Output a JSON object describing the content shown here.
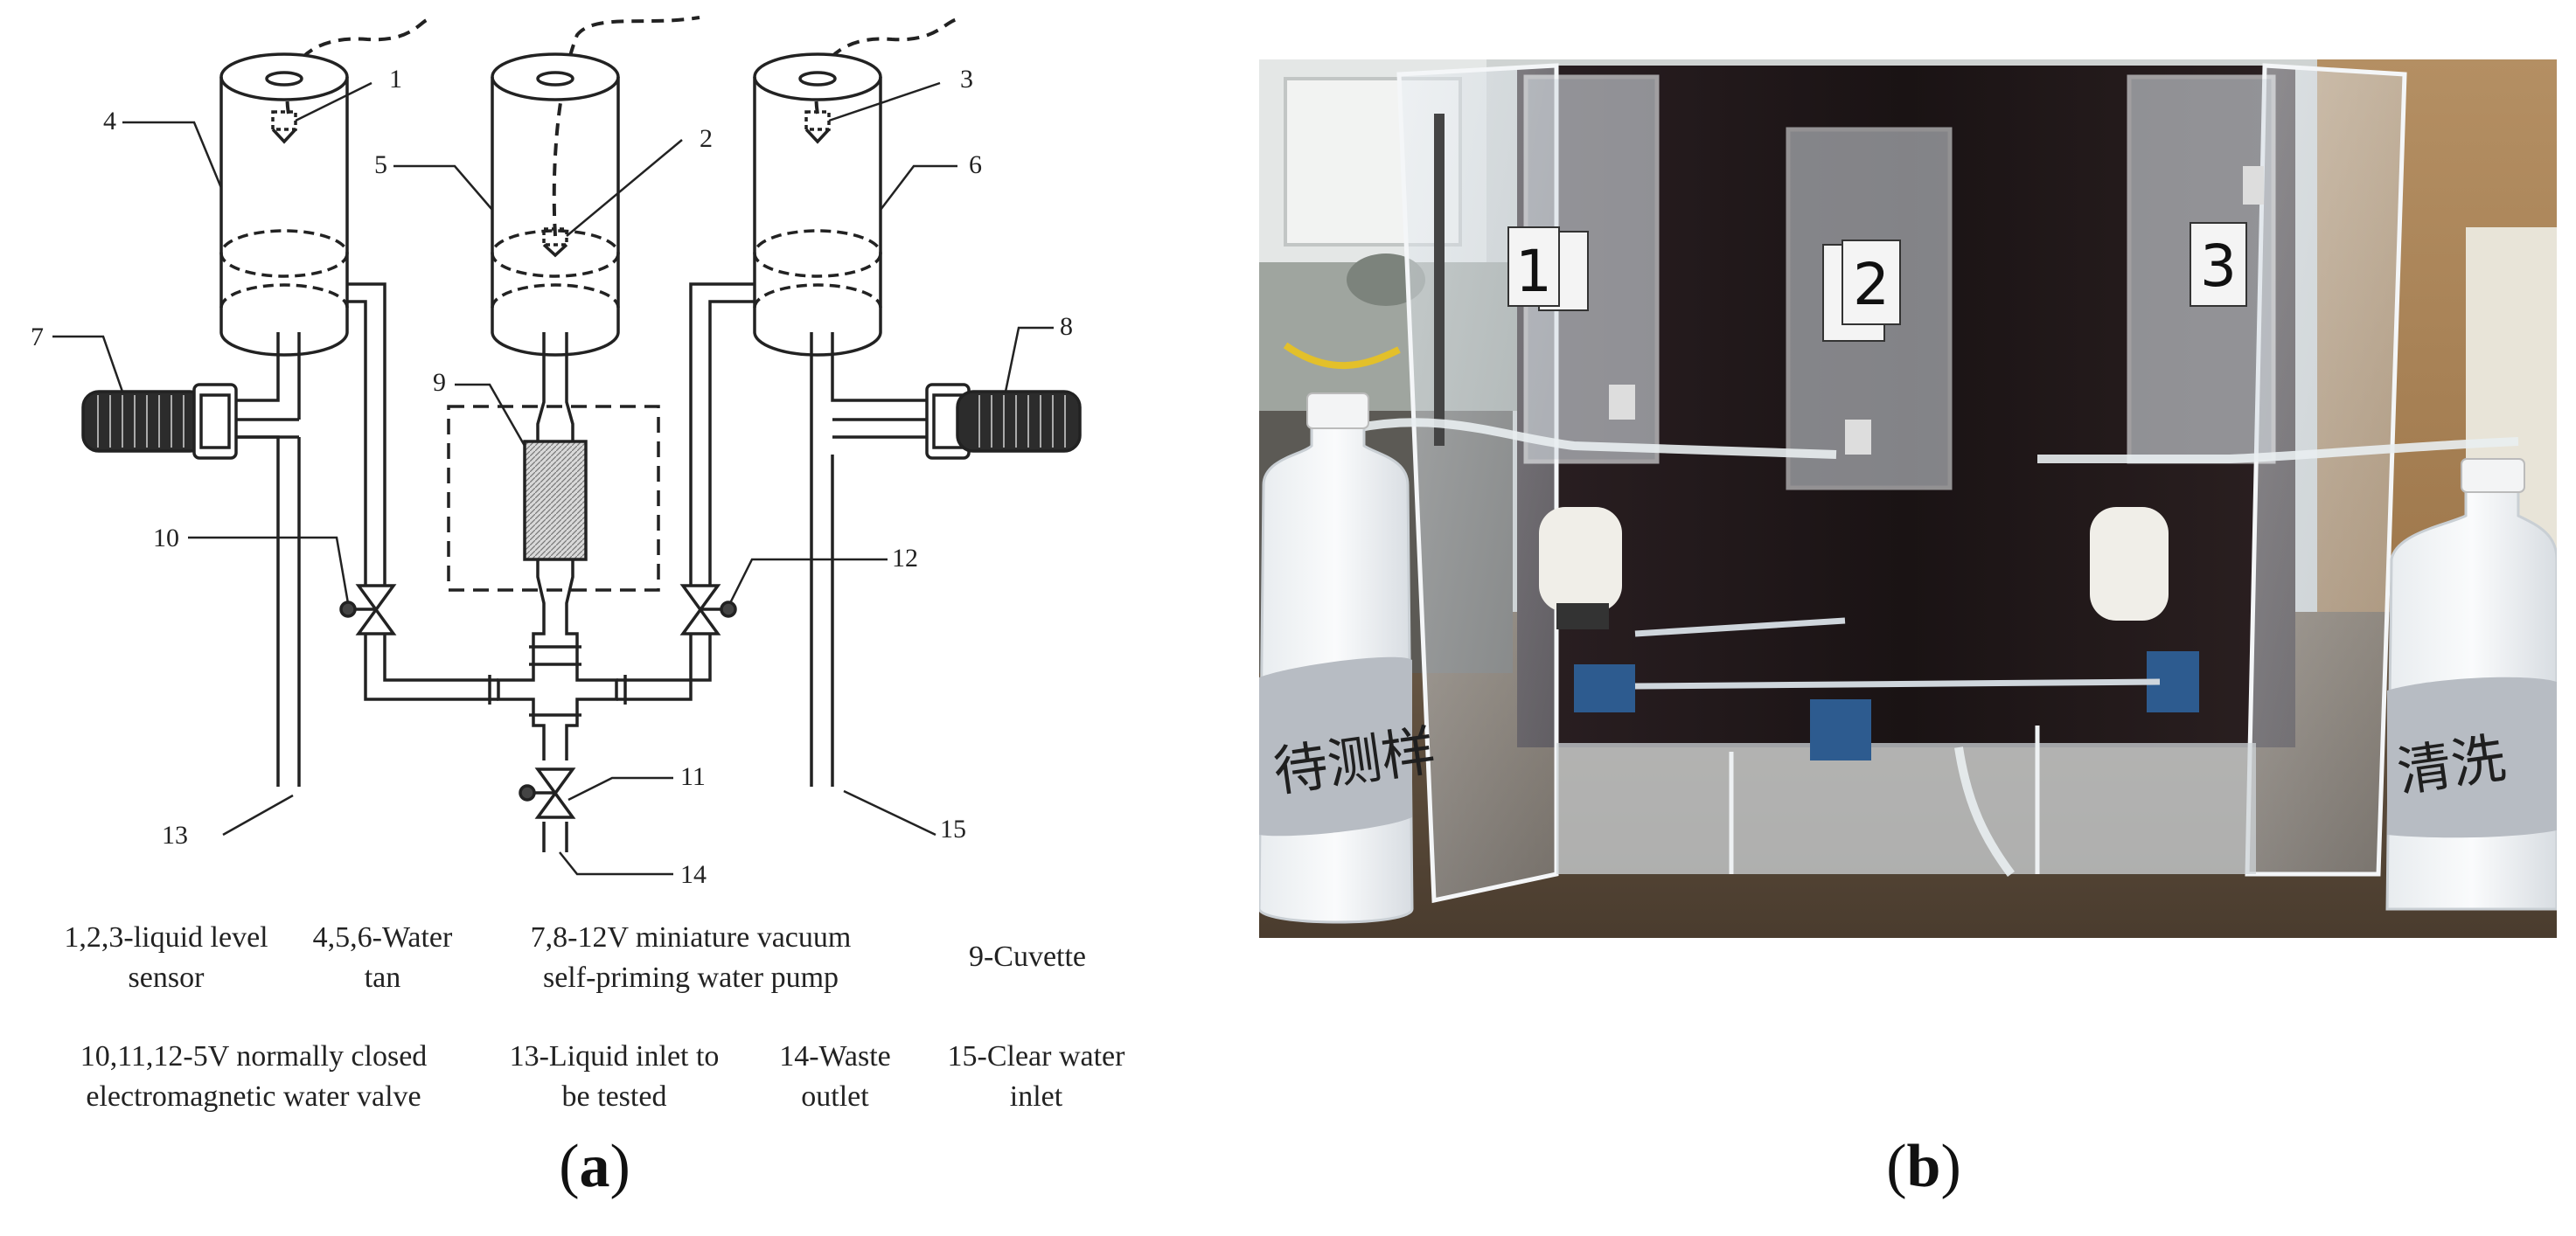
{
  "panel_a": {
    "label": "a",
    "numbers": [
      "1",
      "2",
      "3",
      "4",
      "5",
      "6",
      "7",
      "8",
      "9",
      "10",
      "11",
      "12",
      "13",
      "14",
      "15"
    ]
  },
  "legend": {
    "row1": [
      "1,2,3-liquid level\nsensor",
      "4,5,6-Water\ntan",
      "7,8-12V miniature vacuum\nself-priming water pump",
      "9-Cuvette"
    ],
    "row2": [
      "10,11,12-5V normally closed\nelectromagnetic water valve",
      "13-Liquid inlet to\nbe tested",
      "14-Waste\noutlet",
      "15-Clear water\ninlet"
    ]
  },
  "panel_b": {
    "label": "b",
    "tank_labels": [
      "1",
      "2",
      "3"
    ],
    "bottle_left_text": "待测样",
    "bottle_right_text": "清洗"
  }
}
